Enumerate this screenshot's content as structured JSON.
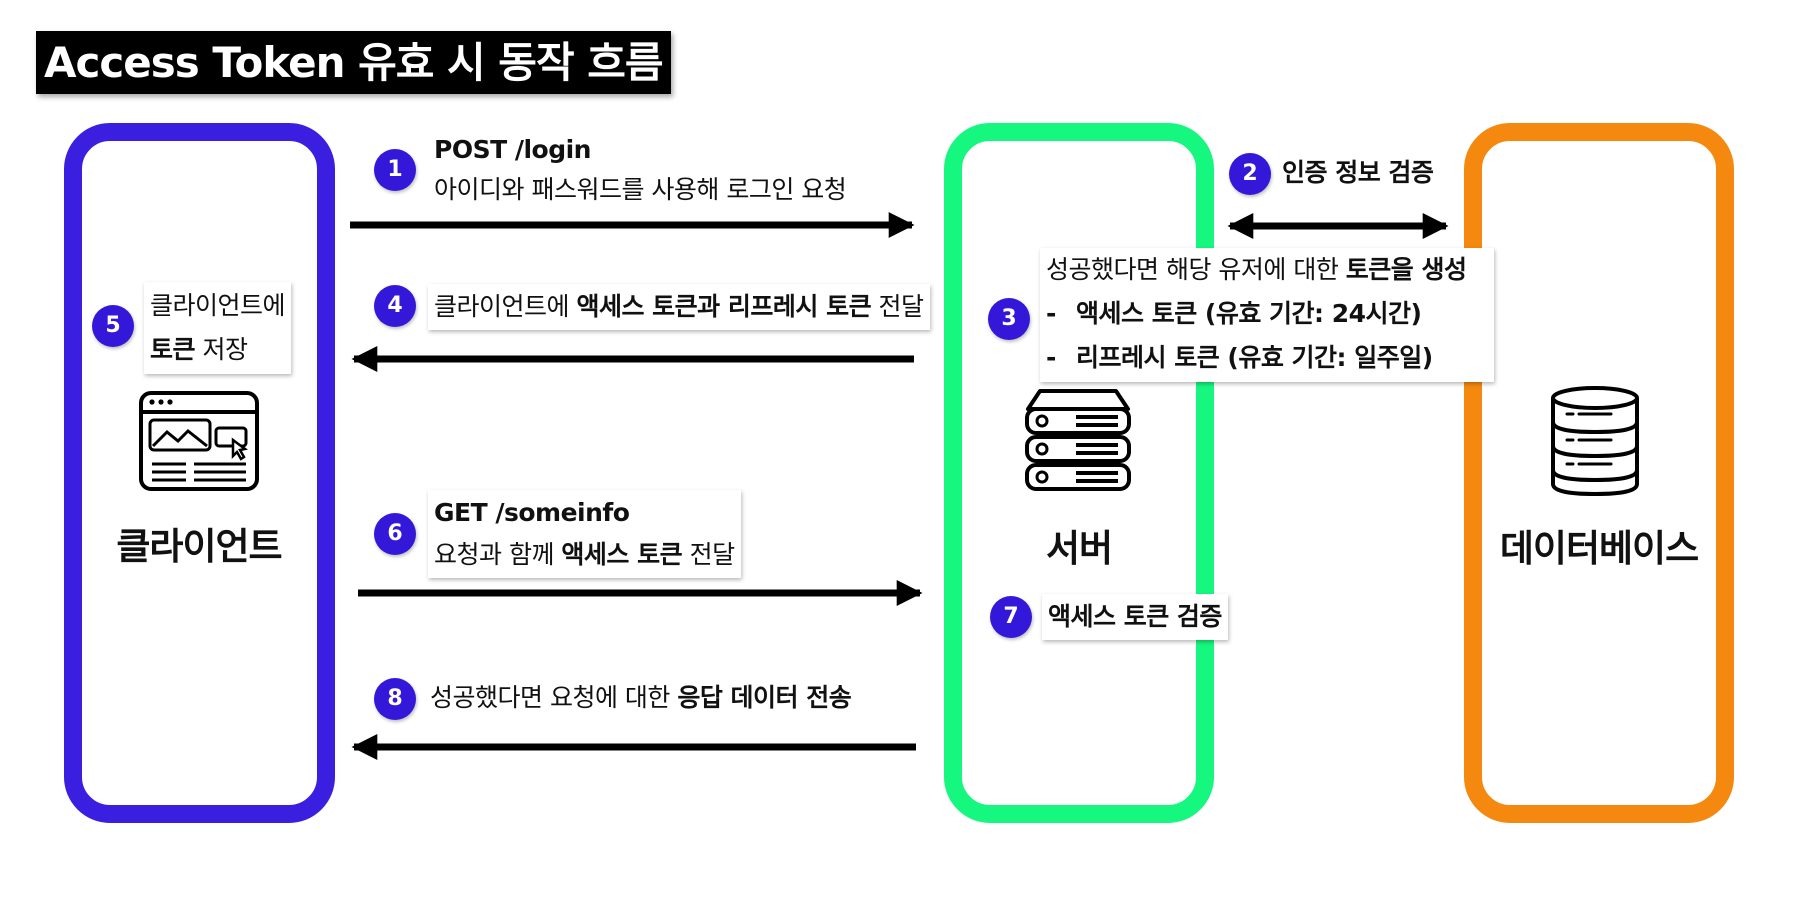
{
  "title": "Access Token 유효 시 동작 흐름",
  "entities": {
    "client": "클라이언트",
    "server": "서버",
    "database": "데이터베이스"
  },
  "steps": {
    "s1": {
      "number": "1",
      "line1": "POST /login",
      "line2": "아이디와 패스워드를 사용해 로그인 요청"
    },
    "s2": {
      "number": "2",
      "text": "인증 정보 검증"
    },
    "s3": {
      "number": "3",
      "line1_pre": "성공했다면 해당 유저에 대한 ",
      "line1_bold": "토큰을 생성",
      "item1_dash": "-",
      "item1": "액세스 토큰 (유효 기간: 24시간)",
      "item2_dash": "-",
      "item2": "리프레시 토큰 (유효 기간: 일주일)"
    },
    "s4": {
      "number": "4",
      "pre": "클라이언트에 ",
      "bold": "액세스 토큰과 리프레시 토큰",
      "post": " 전달"
    },
    "s5": {
      "number": "5",
      "line1": "클라이언트에",
      "line2_bold": "토큰",
      "line2_post": " 저장"
    },
    "s6": {
      "number": "6",
      "line1": "GET /someinfo",
      "line2_pre": "요청과 함께 ",
      "line2_bold": "액세스 토큰",
      "line2_post": " 전달"
    },
    "s7": {
      "number": "7",
      "text": "액세스 토큰 검증"
    },
    "s8": {
      "number": "8",
      "pre": "성공했다면 요청에 대한 ",
      "bold": "응답 데이터 전송"
    }
  },
  "colors": {
    "client_border": "#3a1fe0",
    "server_border": "#16f77f",
    "database_border": "#f5890f",
    "badge": "#3418d9"
  },
  "icons": {
    "client": "browser-window-icon",
    "server": "server-stack-icon",
    "database": "database-icon"
  }
}
